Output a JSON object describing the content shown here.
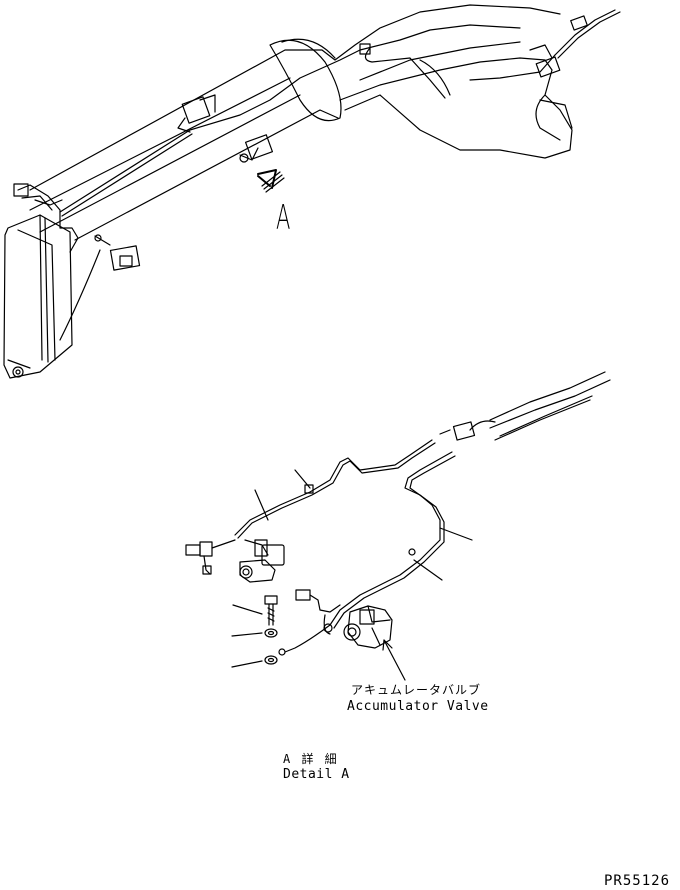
{
  "labels": {
    "view_arrow_letter": "A",
    "accumulator_valve_jp": "アキュムレータバルブ",
    "accumulator_valve_en": "Accumulator Valve",
    "detail_jp": "A 詳 細",
    "detail_en": "Detail A",
    "drawing_number": "PR55126"
  },
  "colors": {
    "line": "#000000",
    "background": "#ffffff"
  }
}
